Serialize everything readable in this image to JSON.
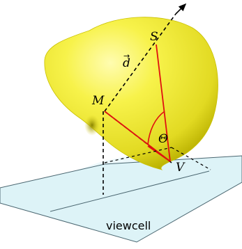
{
  "labels": {
    "direction": "d",
    "point_s": "S",
    "point_m": "M",
    "point_v": "V",
    "angle": "Θ",
    "region": "viewcell"
  },
  "colors": {
    "lobe_fill": "#f2ee3a",
    "lobe_highlight": "#fffb9a",
    "lobe_shadow": "#bdb500",
    "triangle_lines": "#e01010",
    "viewcell_fill": "#dff4f8",
    "viewcell_edge": "#4a6670",
    "axis": "#000000"
  }
}
